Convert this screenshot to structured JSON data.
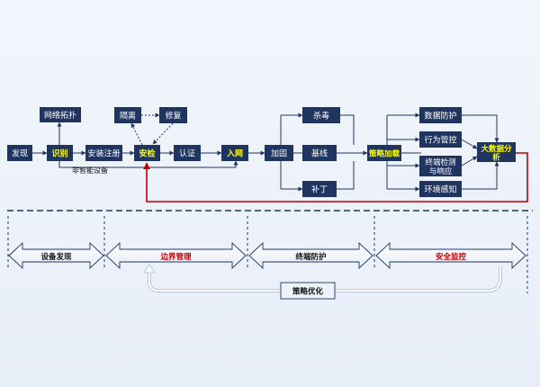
{
  "flow": {
    "discover": "发现",
    "identify": "识别",
    "topology": "网络拓扑",
    "register": "安装注册",
    "non_smart": "非智能设备",
    "isolate": "隔离",
    "repair": "修复",
    "check": "安检",
    "auth": "认证",
    "join": "入网",
    "harden": "加固",
    "antivirus": "杀毒",
    "baseline": "基线",
    "patch": "补丁",
    "policy_load": "策略加载",
    "data_protect": "数据防护",
    "behavior_ctrl": "行为管控",
    "terminal_detect": "终端检测",
    "terminal_respond": "与响应",
    "env_sense": "环境感知",
    "bigdata_1": "大数据分",
    "bigdata_2": "析"
  },
  "phases": {
    "device_discovery": "设备发现",
    "boundary_mgmt": "边界管理",
    "terminal_protect": "终端防护",
    "security_monitor": "安全监控",
    "policy_optimize": "策略优化"
  },
  "colors": {
    "box_fill": "#1f3560",
    "box_text": "#ffffff",
    "highlight_text": "#ffff00",
    "feedback_red": "#c00000",
    "red_label": "#c00000",
    "line": "#1f3560"
  }
}
